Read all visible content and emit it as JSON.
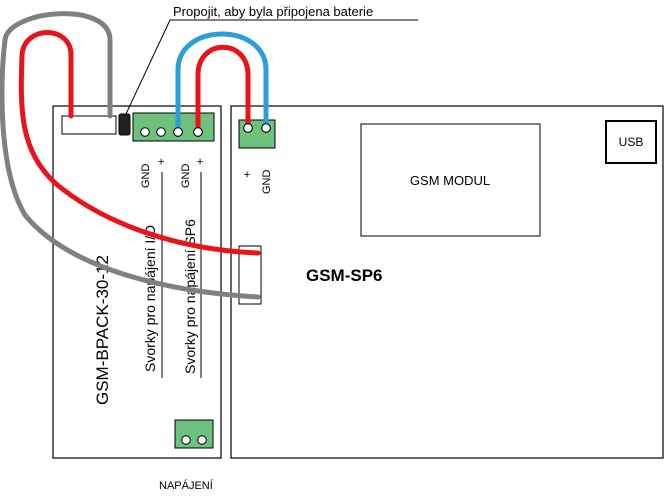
{
  "callout": "Propojit, aby byla připojena baterie",
  "bpack": {
    "name": "GSM-BPACK-30-12",
    "io_label": "Svorky pro napájení I/O",
    "sp6_label": "Svorky pro napájení SP6",
    "gnd": "GND",
    "plus": "+"
  },
  "sp6": {
    "name": "GSM-SP6",
    "module": "GSM MODUL",
    "usb": "USB",
    "plus": "+",
    "gnd": "GND"
  },
  "power_label": "NAPÁJENÍ",
  "colors": {
    "red": "#e8141c",
    "grey": "#808080",
    "blue": "#2b9fd8",
    "terminal": "#6ec17c"
  }
}
